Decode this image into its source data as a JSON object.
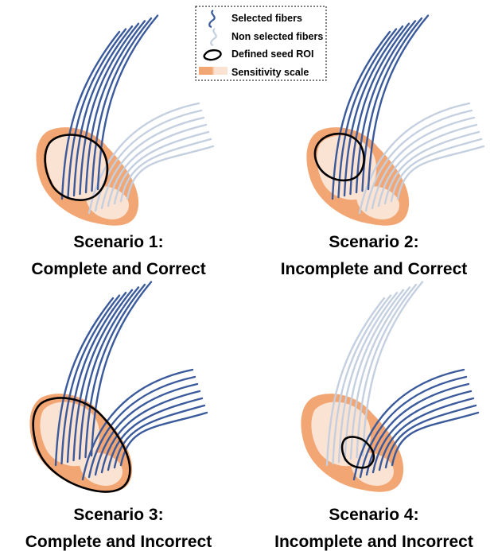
{
  "legend": {
    "items": [
      {
        "key": "selected",
        "label": "Selected fibers"
      },
      {
        "key": "nonselected",
        "label": "Non selected fibers"
      },
      {
        "key": "roi",
        "label": "Defined seed ROI"
      },
      {
        "key": "scale",
        "label": "Sensitivity scale"
      }
    ]
  },
  "colors": {
    "selected_fiber": "#3a5a9c",
    "nonselected_fiber": "#c4cfe0",
    "blob_outer": "#f2a673",
    "blob_inner": "#fbe3d3",
    "roi_outline": "#000000"
  },
  "scenarios": [
    {
      "title": "Scenario 1:",
      "subtitle": "Complete and Correct",
      "roi": "large-inner",
      "upper_bundle": "selected",
      "lower_bundle": "nonselected"
    },
    {
      "title": "Scenario 2:",
      "subtitle": "Incomplete and Correct",
      "roi": "small-inner",
      "upper_bundle": "selected",
      "lower_bundle": "nonselected"
    },
    {
      "title": "Scenario 3:",
      "subtitle": "Complete and Incorrect",
      "roi": "whole-blob",
      "upper_bundle": "selected",
      "lower_bundle": "selected"
    },
    {
      "title": "Scenario 4:",
      "subtitle": "Incomplete and Incorrect",
      "roi": "small-center",
      "upper_bundle": "nonselected",
      "lower_bundle": "selected"
    }
  ]
}
